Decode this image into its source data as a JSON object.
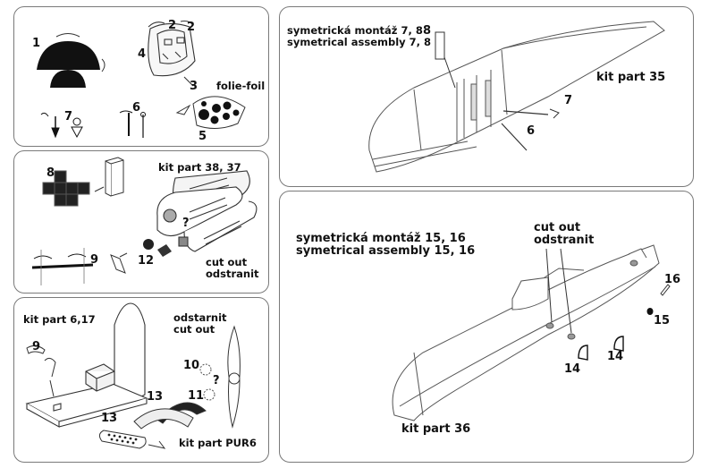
{
  "panel_a": {
    "labels": {
      "n1": "1",
      "n2a": "2",
      "n2b": "2",
      "n3": "3",
      "n4": "4",
      "n5": "5",
      "n6": "6",
      "n7": "7",
      "foil": "folie-foil"
    }
  },
  "panel_b": {
    "labels": {
      "n8": "8",
      "n9": "9",
      "n12": "12",
      "kit": "kit part 38, 37",
      "cut1": "cut out",
      "cut2": "odstranit",
      "q": "?"
    }
  },
  "panel_c": {
    "labels": {
      "kit": "kit part 6,17",
      "n9": "9",
      "n10": "10",
      "n11": "11",
      "n13a": "13",
      "n13b": "13",
      "cut1": "odstarnit",
      "cut2": "cut out",
      "q": "?",
      "kitpur": "kit part PUR6"
    }
  },
  "panel_d": {
    "labels": {
      "sym1": "symetrická montáž 7, 8",
      "sym2": "symetrical assembly 7, 8",
      "n8": "8",
      "kit": "kit part 35",
      "n6": "6",
      "n7": "7"
    }
  },
  "panel_e": {
    "labels": {
      "sym1": "symetrická montáž 15, 16",
      "sym2": "symetrical assembly 15, 16",
      "cut1": "cut out",
      "cut2": "odstranit",
      "n14a": "14",
      "n14b": "14",
      "n15": "15",
      "n16": "16",
      "kit": "kit part 36"
    }
  }
}
